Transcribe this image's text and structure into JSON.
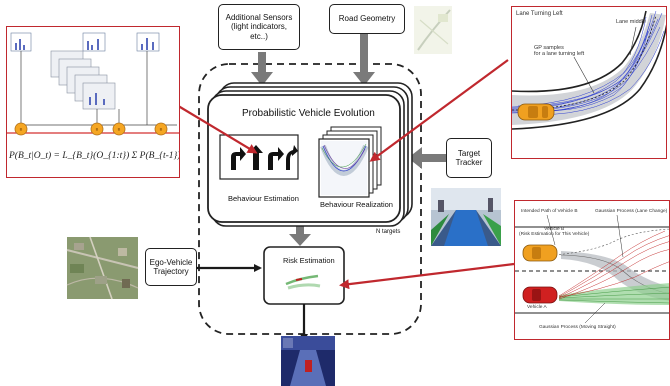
{
  "inputs": {
    "additional_sensors": "Additional Sensors\n(light indicators, etc..)",
    "road_geometry": "Road Geometry",
    "target_tracker": "Target\nTracker",
    "ego_vehicle_trajectory": "Ego-Vehicle\nTrajectory"
  },
  "main": {
    "title": "Probabilistic Vehicle Evolution",
    "behaviour_estimation": "Behaviour Estimation",
    "behaviour_realization": "Behaviour Realization",
    "n_targets": "N targets",
    "risk_estimation": "Risk Estimation"
  },
  "top_left_panel": {
    "formula": "P(B_t|O_t) = L_{B_t}(O_{1:t}) Σ P(B_{t-1}) P(B_t|B_{t-1})"
  },
  "top_right_panel": {
    "title": "Lane Turning Left",
    "lane_middle": "Lane middle",
    "gp_samples": "GP samples\nfor a lane turning left"
  },
  "bottom_right_panel": {
    "path_label": "Intended Path of Vehicle B",
    "vehicle_b": "Vehicle B\n(Risk Estimation for This Vehicle)",
    "gp_lane_change": "Gaussian Process (Lane Change)",
    "vehicle_a": "Vehicle A",
    "gp_straight": "Gaussian Process (Moving Straight)"
  },
  "colors": {
    "red_border": "#c0282e",
    "dark_arrow": "#1a1a1a",
    "gray_arrow": "#7a7a7a",
    "sample_blue": "#2f3fd0",
    "car_orange": "#f0a020",
    "car_red": "#d02020"
  }
}
